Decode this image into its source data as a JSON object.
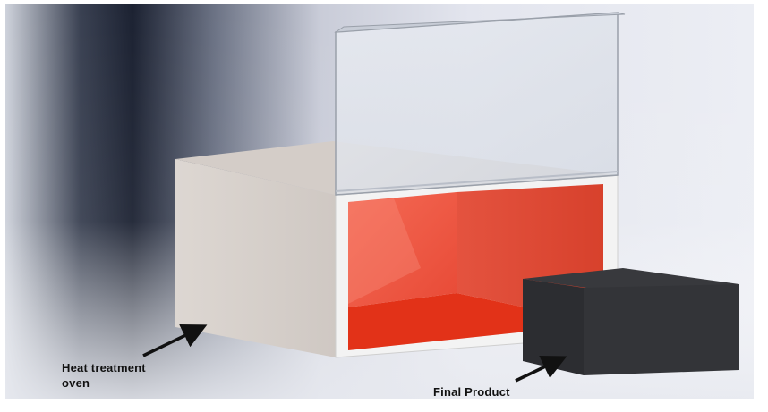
{
  "labels": {
    "oven_line1": "Heat treatment",
    "oven_line2": "oven",
    "product": "Final Product"
  },
  "colors": {
    "background_light": "#e9ebf2",
    "background_shadow": "#1e2535",
    "oven_body": "#d9d3ce",
    "oven_top": "#d3ccc7",
    "oven_frame": "#f4f4f4",
    "oven_interior_glow": "#f0604a",
    "oven_interior_floor": "#e8331c",
    "glass_door": "#dfe3ea",
    "product_block": "#2f3034",
    "arrow": "#111111"
  }
}
